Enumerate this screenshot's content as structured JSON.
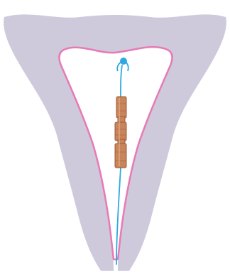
{
  "figure": {
    "colors": {
      "background": "#ffffff",
      "uterus_fill": "#cfc9dc",
      "cavity_fill": "#ffffff",
      "cavity_outline": "#e77ab5",
      "string": "#2fa8df",
      "copper": "#c8845a",
      "copper_dark": "#9c5c36",
      "copper_light": "#e6b28c"
    },
    "icons": [
      "uterus-shape",
      "uterine-cavity",
      "copper-iud",
      "iud-string"
    ]
  }
}
